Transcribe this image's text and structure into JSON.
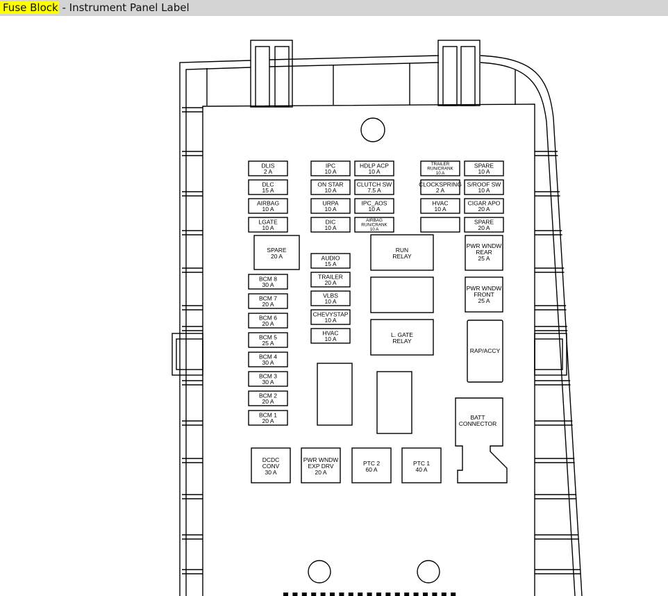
{
  "header": {
    "highlight": "Fuse Block",
    "rest": " - Instrument Panel Label"
  },
  "fuses_top_left": [
    {
      "id": "dlis",
      "lines": [
        "DLIS",
        "2 A"
      ]
    },
    {
      "id": "dlc",
      "lines": [
        "DLC",
        "15 A"
      ]
    },
    {
      "id": "airbag",
      "lines": [
        "AIRBAG",
        "10 A"
      ]
    },
    {
      "id": "lgate",
      "lines": [
        "LGATE",
        "10 A"
      ]
    }
  ],
  "fuses_top_mid": [
    {
      "id": "ipc",
      "lines": [
        "IPC",
        "10 A"
      ]
    },
    {
      "id": "on-star",
      "lines": [
        "ON STAR",
        "10 A"
      ]
    },
    {
      "id": "urpa",
      "lines": [
        "URPA",
        "10 A"
      ]
    },
    {
      "id": "dic",
      "lines": [
        "DIC",
        "10 A"
      ]
    }
  ],
  "fuses_top_mid2": [
    {
      "id": "hdlp-acp",
      "lines": [
        "HDLP ACP",
        "10 A"
      ]
    },
    {
      "id": "clutch-sw",
      "lines": [
        "CLUTCH SW",
        "7.5 A"
      ]
    },
    {
      "id": "ipc-aos",
      "lines": [
        "IPC_AOS",
        "10 A"
      ]
    },
    {
      "id": "airbag-run-crank",
      "lines": [
        "AIRBAG",
        "RUN/CRANK",
        "10 A"
      ],
      "small": true
    }
  ],
  "fuses_top_right1": [
    {
      "id": "trailer-run-crank",
      "lines": [
        "TRAILER",
        "RUN/CRANK",
        "10 A"
      ],
      "small": true
    },
    {
      "id": "clockspring",
      "lines": [
        "CLOCKSPRING",
        "2 A"
      ]
    },
    {
      "id": "hvac-top",
      "lines": [
        "HVAC",
        "10 A"
      ]
    },
    {
      "id": "blank-top",
      "lines": []
    }
  ],
  "fuses_top_right2": [
    {
      "id": "spare-10",
      "lines": [
        "SPARE",
        "10 A"
      ]
    },
    {
      "id": "s-roof-sw",
      "lines": [
        "S/ROOF SW",
        "10 A"
      ]
    },
    {
      "id": "cigar-apo",
      "lines": [
        "CIGAR APO",
        "20 A"
      ]
    },
    {
      "id": "spare-20-small",
      "lines": [
        "SPARE",
        "20 A"
      ]
    }
  ],
  "fuses_bcm": [
    {
      "id": "bcm-8",
      "lines": [
        "BCM 8",
        "30 A"
      ]
    },
    {
      "id": "bcm-7",
      "lines": [
        "BCM 7",
        "20 A"
      ]
    },
    {
      "id": "bcm-6",
      "lines": [
        "BCM 6",
        "20 A"
      ]
    },
    {
      "id": "bcm-5",
      "lines": [
        "BCM 5",
        "25 A"
      ]
    },
    {
      "id": "bcm-4",
      "lines": [
        "BCM 4",
        "30 A"
      ]
    },
    {
      "id": "bcm-3",
      "lines": [
        "BCM 3",
        "30 A"
      ]
    },
    {
      "id": "bcm-2",
      "lines": [
        "BCM 2",
        "20 A"
      ]
    },
    {
      "id": "bcm-1",
      "lines": [
        "BCM 1",
        "20 A"
      ]
    }
  ],
  "fuses_mid_col": [
    {
      "id": "audio",
      "lines": [
        "AUDIO",
        "15 A"
      ]
    },
    {
      "id": "trailer",
      "lines": [
        "TRAILER",
        "20 A"
      ]
    },
    {
      "id": "vlbs",
      "lines": [
        "VLBS",
        "10 A"
      ]
    },
    {
      "id": "chevystap",
      "lines": [
        "CHEVYSTAP",
        "10 A"
      ]
    },
    {
      "id": "hvac-mid",
      "lines": [
        "HVAC",
        "10 A"
      ]
    }
  ],
  "big": {
    "spare_big": [
      "SPARE",
      "20 A"
    ],
    "run_relay": [
      "RUN",
      "RELAY"
    ],
    "lgate_relay": [
      "L. GATE",
      "RELAY"
    ],
    "pwr_wndw_rear": [
      "PWR WNDW",
      "REAR",
      "25 A"
    ],
    "pwr_wndw_front": [
      "PWR WNDW",
      "FRONT",
      "25 A"
    ],
    "rap_accy": [
      "RAP/ACCY"
    ],
    "batt_connector": [
      "BATT",
      "CONNECTOR"
    ],
    "dcdc_conv": [
      "DCDC",
      "CONV",
      "30 A"
    ],
    "pwr_wndw_exp_drv": [
      "PWR WNDW",
      "EXP DRV",
      "20 A"
    ],
    "ptc2": [
      "PTC 2",
      "60 A"
    ],
    "ptc1": [
      "PTC 1",
      "40 A"
    ]
  }
}
